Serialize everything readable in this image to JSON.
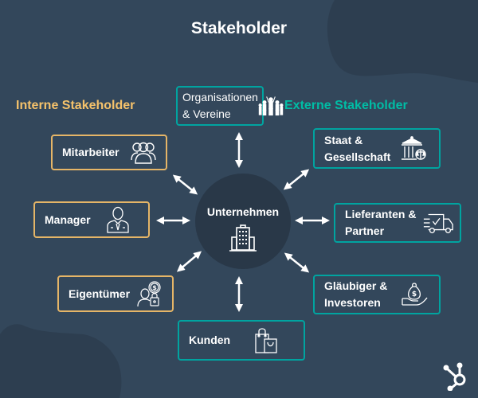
{
  "title": "Stakeholder",
  "colors": {
    "background": "#33475b",
    "blob": "#2d3e50",
    "center_circle": "#293848",
    "internal_accent": "#f5c26b",
    "internal_border": "#e5b567",
    "external_accent": "#00bda5",
    "external_border": "#00a4a0",
    "text": "#ffffff"
  },
  "groups": {
    "internal": {
      "label": "Interne Stakeholder"
    },
    "external": {
      "label": "Externe Stakeholder"
    }
  },
  "center": {
    "label": "Unternehmen",
    "icon": "office-building-icon"
  },
  "internal_stakeholders": [
    {
      "label": "Mitarbeiter",
      "icon": "people-group-icon"
    },
    {
      "label": "Manager",
      "icon": "businessman-icon"
    },
    {
      "label": "Eigentümer",
      "icon": "owner-money-lock-icon"
    }
  ],
  "external_stakeholders": [
    {
      "label": "Organisationen\n& Vereine",
      "icon": "crowd-cheering-icon"
    },
    {
      "label": "Staat &\nGesellschaft",
      "icon": "government-building-justice-icon"
    },
    {
      "label": "Lieferanten &\nPartner",
      "icon": "delivery-truck-icon"
    },
    {
      "label": "Gläubiger &\nInvestoren",
      "icon": "money-bag-hand-icon"
    },
    {
      "label": "Kunden",
      "icon": "shopping-bags-icon"
    }
  ],
  "logo": {
    "icon": "hubspot-sprocket-icon"
  }
}
